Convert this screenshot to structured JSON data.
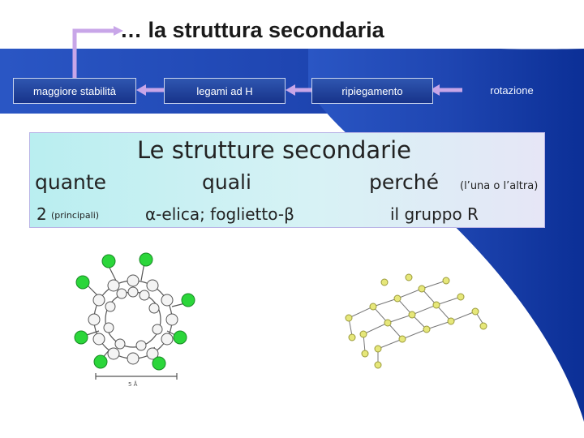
{
  "title": "… la struttura secondaria",
  "flow": {
    "stability": "maggiore stabilità",
    "hbonds": "legami  ad H",
    "folding": "ripiegamento",
    "rotation": "rotazione"
  },
  "panel": {
    "heading": "Le strutture secondarie",
    "col_quante": "quante",
    "col_quali": "quali",
    "col_perche": "perché",
    "perche_note": "(l’una o l’altra)",
    "count": "2",
    "count_note": "(principali)",
    "types": "α-elica; foglietto-β",
    "reason": "il gruppo R"
  },
  "figure_left": {
    "caption": "5 Å"
  },
  "colors": {
    "accent_blue": "#17338a",
    "panel_teal": "#b9eef0",
    "connector_violet": "#c8a6e8",
    "atom_green": "#2bd63a",
    "atom_yellow": "#e6e77a"
  }
}
